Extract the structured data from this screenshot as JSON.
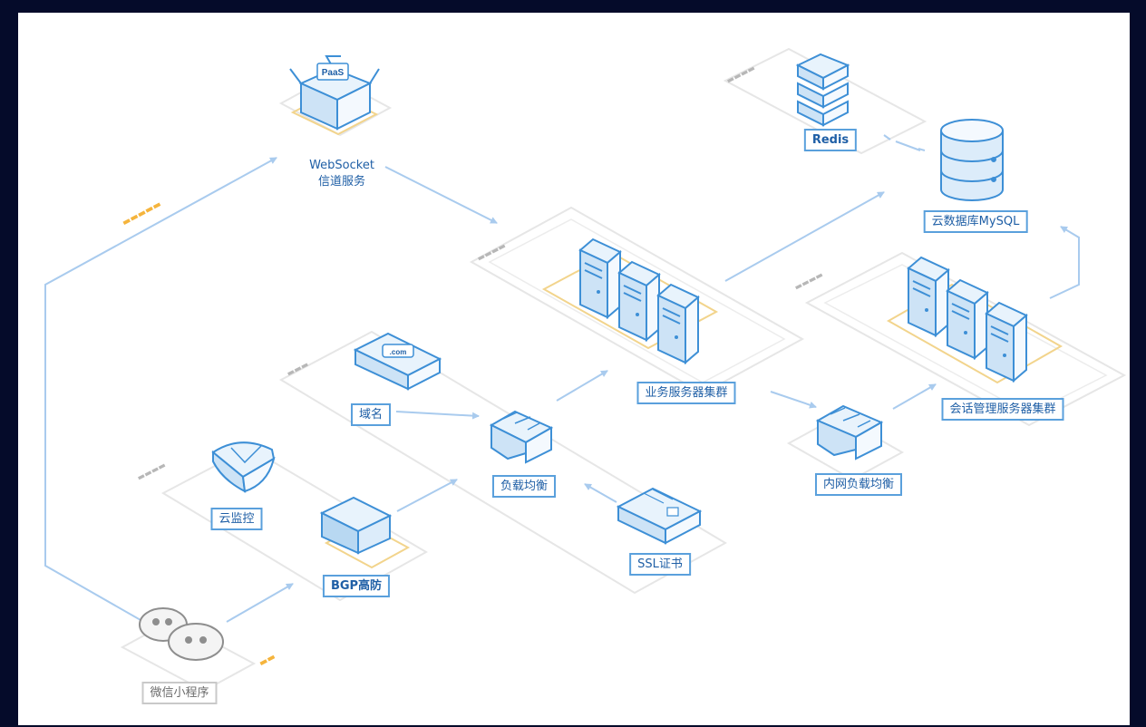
{
  "colors": {
    "frame": "#050b2a",
    "canvas": "#ffffff",
    "accent_blue": "#3d8fd6",
    "light_blue": "#dcecfa",
    "arrow": "#a9cbee",
    "orange": "#f5b43c",
    "gray": "#c9c9c9"
  },
  "nodes": {
    "websocket": {
      "label": "WebSocket\n信道服务",
      "icon": "paas-box-icon",
      "icon_text": "PaaS"
    },
    "redis": {
      "label": "Redis",
      "icon": "stack-layers-icon"
    },
    "mysql": {
      "label": "云数据库MySQL",
      "icon": "database-icon"
    },
    "business_cluster": {
      "label": "业务服务器集群",
      "icon": "server-cluster-icon"
    },
    "session_cluster": {
      "label": "会话管理服务器集群",
      "icon": "server-cluster-icon"
    },
    "domain": {
      "label": "域名",
      "icon": "domain-card-icon",
      "icon_text": ".com"
    },
    "load_balance": {
      "label": "负载均衡",
      "icon": "load-balancer-icon"
    },
    "internal_lb": {
      "label": "内网负载均衡",
      "icon": "load-balancer-icon"
    },
    "monitor": {
      "label": "云监控",
      "icon": "monitor-shield-icon"
    },
    "bgp": {
      "label": "BGP高防",
      "icon": "bgp-shield-icon"
    },
    "ssl": {
      "label": "SSL证书",
      "icon": "ssl-certificate-icon"
    },
    "wechat": {
      "label": "微信小程序",
      "icon": "wechat-icon"
    }
  }
}
